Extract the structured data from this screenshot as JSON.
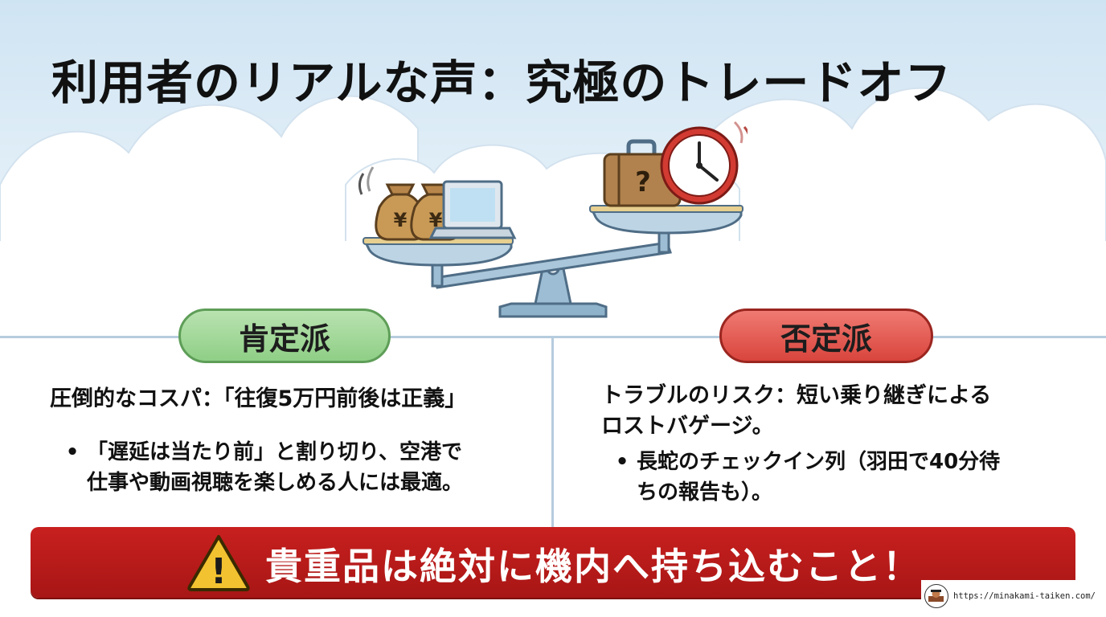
{
  "title": "利用者のリアルな声：究極のトレードオフ",
  "pro": {
    "label": "肯定派",
    "heading": "圧倒的なコスパ：「往復5万円前後は正義」",
    "bullet": "「遅延は当たり前」と割り切り、空港で\n仕事や動画視聴を楽しめる人には最適。"
  },
  "con": {
    "label": "否定派",
    "heading": "トラブルのリスク：短い乗り継ぎによる\nロストバゲージ。",
    "bullet": "長蛇のチェックイン列（羽田で40分待\nちの報告も）。"
  },
  "bullet_symbol": "•",
  "banner": {
    "text": "貴重品は絶対に機内へ持ち込むこと！",
    "warning_symbol": "!"
  },
  "footer": {
    "url": "https://minakami-taiken.com/"
  },
  "icons": {
    "money_symbol": "¥",
    "unknown_symbol": "?"
  },
  "colors": {
    "pro": "#8fcf86",
    "con": "#d9453d",
    "banner": "#b91b1a",
    "warning": "#f2c230"
  }
}
